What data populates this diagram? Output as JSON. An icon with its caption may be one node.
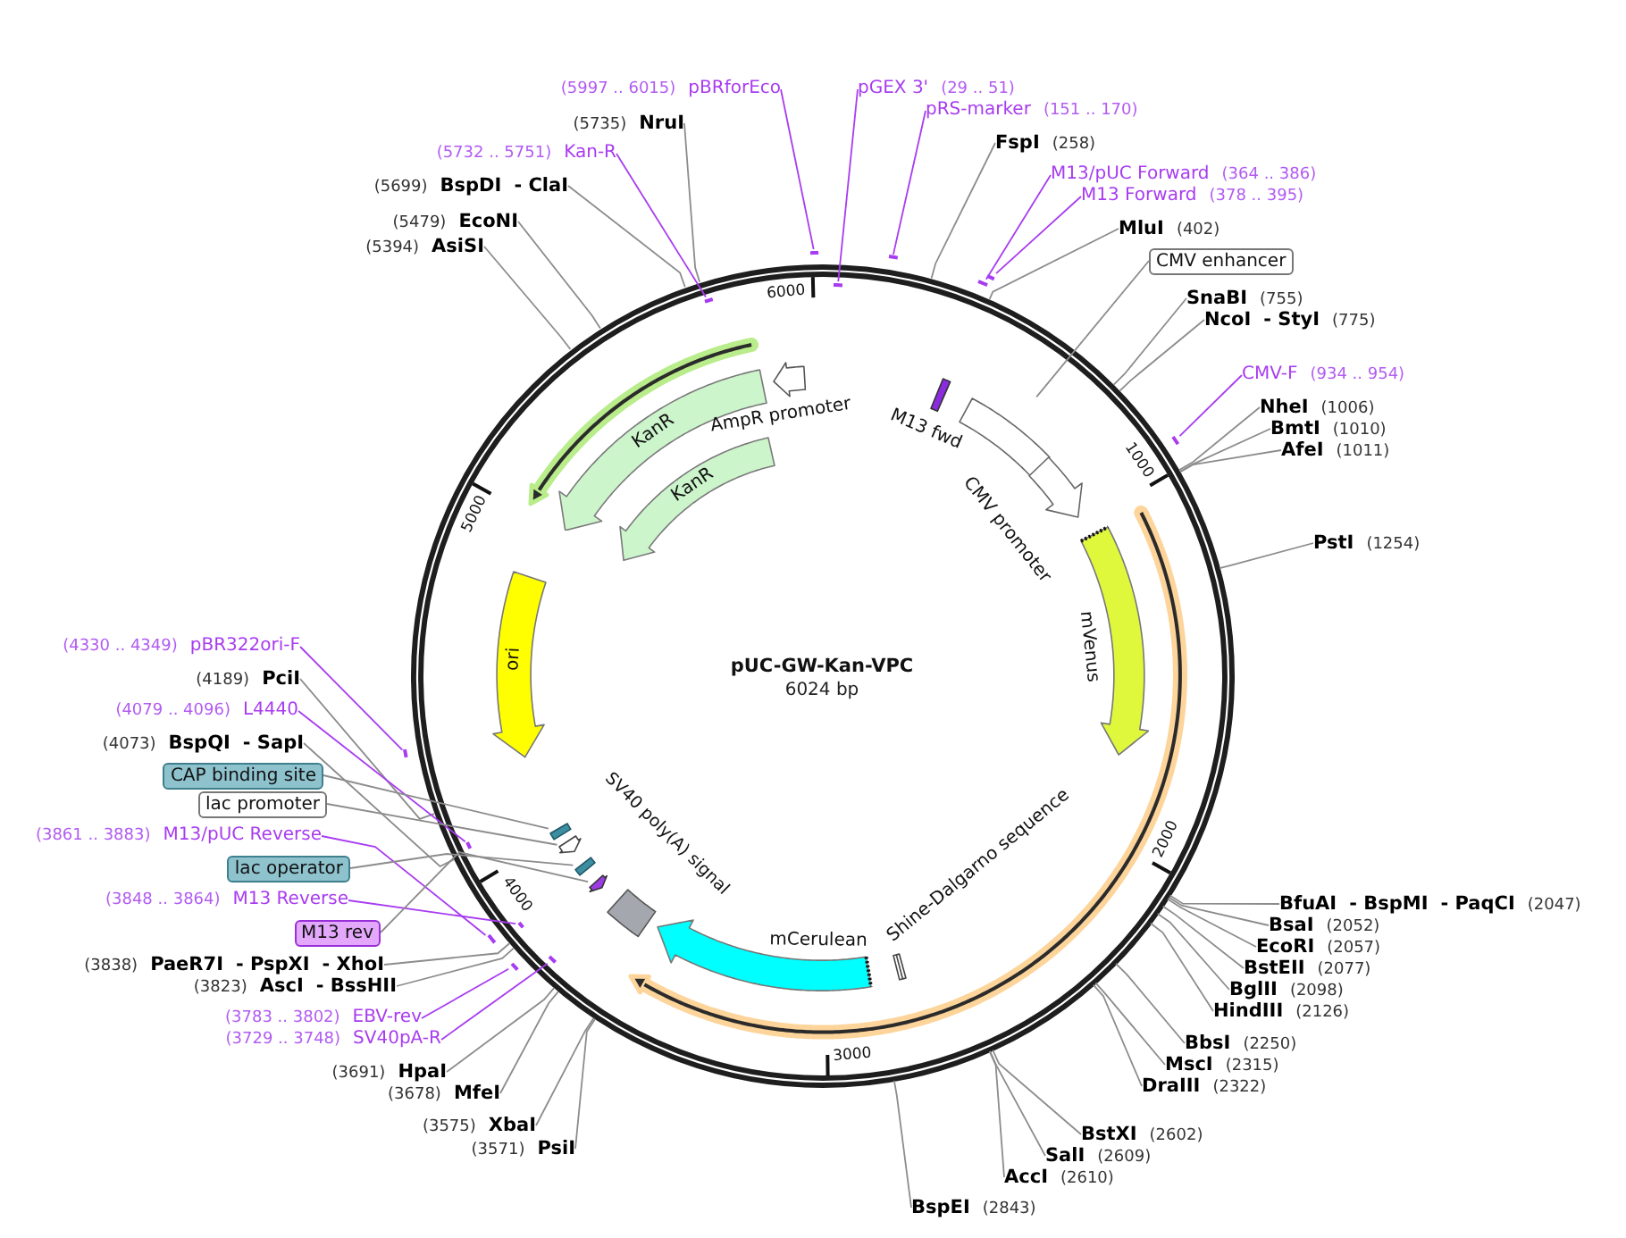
{
  "diagram": {
    "nodes": [
      {
        "text": [
          "pUC-GW-Kan-VPC",
          "6024 bp",
          "6000",
          "1000",
          "2000",
          "3000",
          "4000",
          "5000"
        ]
      },
      {
        "text": [
          "(5997 .. 6015)",
          "pBRforEco"
        ]
      },
      {
        "text": [],
        "shape": "bar"
      },
      {
        "text": [
          "(5735)",
          "NruI"
        ]
      },
      {
        "text": [
          "(5732 .. 5751)",
          "Kan-R"
        ]
      },
      {
        "text": [],
        "shape": "bar",
        "in": 0
      },
      {
        "text": [
          "(5699)",
          "BspDI",
          "- ClaI"
        ]
      },
      {
        "text": [
          "(5479)",
          "EcoNI"
        ]
      },
      {
        "text": [
          "(5394)",
          "AsiSI"
        ]
      },
      {
        "text": [
          "pGEX 3'",
          "(29 .. 51)"
        ]
      },
      {
        "text": [],
        "shape": "bar",
        "in": 0
      },
      {
        "text": [
          "pRS-marker",
          "(151 .. 170)"
        ]
      },
      {
        "text": [],
        "shape": "bar"
      },
      {
        "text": [
          "FspI",
          "(258)"
        ]
      },
      {
        "text": [
          "M13/pUC Forward",
          "(364 .. 386)"
        ]
      },
      {
        "text": [],
        "shape": "bar"
      },
      {
        "text": [
          "M13 Forward",
          "(378 .. 395)"
        ]
      },
      {
        "text": [],
        "shape": "bar"
      },
      {
        "text": [
          "MluI",
          "(402)"
        ]
      },
      {
        "text": [
          "CMV enhancer"
        ]
      },
      {
        "text": [
          "SnaBI",
          "(755)"
        ]
      },
      {
        "text": [
          "NcoI",
          "- StyI",
          "(775)"
        ]
      },
      {
        "text": [
          "CMV-F",
          "(934 .. 954)"
        ]
      },
      {
        "text": [],
        "shape": "bar"
      },
      {
        "text": [
          "NheI",
          "(1006)"
        ]
      },
      {
        "text": [
          "BmtI",
          "(1010)"
        ]
      },
      {
        "text": [
          "AfeI",
          "(1011)"
        ]
      },
      {
        "text": [
          "PstI",
          "(1254)"
        ]
      },
      {
        "text": [
          "KanR"
        ],
        "in": 0
      },
      {
        "text": [
          "AmpR promoter"
        ],
        "in": 0
      },
      {
        "text": [
          "KanR"
        ],
        "in": 0
      },
      {
        "text": [
          "M13 fwd"
        ],
        "in": 0
      },
      {
        "text": [],
        "shape": "box",
        "in": 0
      },
      {
        "text": [
          "CMV promoter"
        ],
        "in": 0
      },
      {
        "text": [
          "ori"
        ],
        "in": 0
      },
      {
        "text": [
          "mVenus"
        ],
        "in": 0
      },
      {
        "text": [
          "SV40 poly(A) signal"
        ],
        "in": 0
      },
      {
        "text": [],
        "shape": "box",
        "in": 0
      },
      {
        "text": [],
        "shape": "arrow",
        "in": 0
      },
      {
        "text": [],
        "shape": "box",
        "in": 0
      },
      {
        "text": [],
        "shape": "arrow",
        "in": 0
      },
      {
        "text": [
          "Shine-Dalgarno sequence"
        ],
        "in": 0
      },
      {
        "text": [
          "mCerulean"
        ],
        "in": 0
      },
      {
        "text": [
          "(4330 .. 4349)",
          "pBR322ori-F"
        ]
      },
      {
        "text": [],
        "shape": "bar"
      },
      {
        "text": [
          "(4189)",
          "PciI"
        ]
      },
      {
        "text": [
          "(4079 .. 4096)",
          "L4440"
        ]
      },
      {
        "text": [],
        "shape": "bar",
        "in": 0
      },
      {
        "text": [
          "(4073)",
          "BspQI",
          "- SapI"
        ]
      },
      {
        "text": [
          "CAP binding site"
        ]
      },
      {
        "text": [
          "lac promoter"
        ]
      },
      {
        "text": [
          "(3861 .. 3883)",
          "M13/pUC Reverse"
        ]
      },
      {
        "text": [],
        "shape": "bar"
      },
      {
        "text": [
          "lac operator"
        ]
      },
      {
        "text": [
          "(3848 .. 3864)",
          "M13 Reverse"
        ]
      },
      {
        "text": [],
        "shape": "bar",
        "in": 0
      },
      {
        "text": [
          "M13 rev"
        ]
      },
      {
        "text": [
          "(3838)",
          "PaeR7I",
          "- PspXI",
          "- XhoI"
        ]
      },
      {
        "text": [
          "(3823)",
          "AscI",
          "- BssHII"
        ]
      },
      {
        "text": [
          "(3783 .. 3802)",
          "EBV-rev"
        ]
      },
      {
        "text": [],
        "shape": "bar"
      },
      {
        "text": [
          "(3729 .. 3748)",
          "SV40pA-R"
        ]
      },
      {
        "text": [],
        "shape": "bar",
        "in": 0
      },
      {
        "text": [
          "(3691)",
          "HpaI"
        ]
      },
      {
        "text": [
          "(3678)",
          "MfeI"
        ]
      },
      {
        "text": [
          "(3575)",
          "XbaI"
        ]
      },
      {
        "text": [
          "(3571)",
          "PsiI"
        ]
      },
      {
        "text": [
          "BfuAI",
          "- BspMI",
          "- PaqCI",
          "(2047)"
        ]
      },
      {
        "text": [
          "BsaI",
          "(2052)"
        ]
      },
      {
        "text": [
          "EcoRI",
          "(2057)"
        ]
      },
      {
        "text": [
          "BstEII",
          "(2077)"
        ]
      },
      {
        "text": [
          "BglII",
          "(2098)"
        ]
      },
      {
        "text": [
          "HindIII",
          "(2126)"
        ]
      },
      {
        "text": [
          "BbsI",
          "(2250)"
        ]
      },
      {
        "text": [
          "MscI",
          "(2315)"
        ]
      },
      {
        "text": [
          "DraIII",
          "(2322)"
        ]
      },
      {
        "text": [
          "BstXI",
          "(2602)"
        ]
      },
      {
        "text": [
          "SalI",
          "(2609)"
        ]
      },
      {
        "text": [
          "AccI",
          "(2610)"
        ]
      },
      {
        "text": [
          "BspEI",
          "(2843)"
        ]
      }
    ],
    "edges": [
      {
        "from": 1,
        "to": 2,
        "arrow": "none",
        "color": "#a83cf0"
      },
      {
        "from": 3,
        "to": 0,
        "arrow": "none"
      },
      {
        "from": 4,
        "to": 5,
        "arrow": "none",
        "color": "#a83cf0"
      },
      {
        "from": 6,
        "to": 0,
        "arrow": "none"
      },
      {
        "from": 7,
        "to": 0,
        "arrow": "none"
      },
      {
        "from": 8,
        "to": 0,
        "arrow": "none"
      },
      {
        "from": 9,
        "to": 10,
        "arrow": "none",
        "color": "#a83cf0"
      },
      {
        "from": 11,
        "to": 12,
        "arrow": "none",
        "color": "#a83cf0"
      },
      {
        "from": 13,
        "to": 0,
        "arrow": "none"
      },
      {
        "from": 14,
        "to": 15,
        "arrow": "none",
        "color": "#a83cf0"
      },
      {
        "from": 16,
        "to": 17,
        "arrow": "none",
        "color": "#a83cf0"
      },
      {
        "from": 18,
        "to": 0,
        "arrow": "none"
      },
      {
        "from": 19,
        "to": 32,
        "arrow": "none"
      },
      {
        "from": 20,
        "to": 0,
        "arrow": "none"
      },
      {
        "from": 21,
        "to": 0,
        "arrow": "none"
      },
      {
        "from": 22,
        "to": 23,
        "arrow": "none",
        "color": "#a83cf0"
      },
      {
        "from": 24,
        "to": 0,
        "arrow": "none"
      },
      {
        "from": 25,
        "to": 0,
        "arrow": "none"
      },
      {
        "from": 26,
        "to": 0,
        "arrow": "none"
      },
      {
        "from": 27,
        "to": 0,
        "arrow": "none"
      },
      {
        "from": 43,
        "to": 44,
        "arrow": "none",
        "color": "#a83cf0"
      },
      {
        "from": 45,
        "to": 0,
        "arrow": "none"
      },
      {
        "from": 46,
        "to": 47,
        "arrow": "none",
        "color": "#a83cf0"
      },
      {
        "from": 48,
        "to": 0,
        "arrow": "none"
      },
      {
        "from": 49,
        "to": 37,
        "arrow": "none"
      },
      {
        "from": 50,
        "to": 38,
        "arrow": "none"
      },
      {
        "from": 51,
        "to": 52,
        "arrow": "none",
        "color": "#a83cf0"
      },
      {
        "from": 53,
        "to": 39,
        "arrow": "none"
      },
      {
        "from": 54,
        "to": 55,
        "arrow": "none",
        "color": "#a83cf0"
      },
      {
        "from": 56,
        "to": 40,
        "arrow": "none"
      },
      {
        "from": 57,
        "to": 0,
        "arrow": "none"
      },
      {
        "from": 58,
        "to": 0,
        "arrow": "none"
      },
      {
        "from": 59,
        "to": 60,
        "arrow": "none",
        "color": "#a83cf0"
      },
      {
        "from": 61,
        "to": 62,
        "arrow": "none",
        "color": "#a83cf0"
      },
      {
        "from": 63,
        "to": 0,
        "arrow": "none"
      },
      {
        "from": 64,
        "to": 0,
        "arrow": "none"
      },
      {
        "from": 65,
        "to": 0,
        "arrow": "none"
      },
      {
        "from": 66,
        "to": 0,
        "arrow": "none"
      },
      {
        "from": 67,
        "to": 0,
        "arrow": "none"
      },
      {
        "from": 68,
        "to": 0,
        "arrow": "none"
      },
      {
        "from": 69,
        "to": 0,
        "arrow": "none"
      },
      {
        "from": 70,
        "to": 0,
        "arrow": "none"
      },
      {
        "from": 71,
        "to": 0,
        "arrow": "none"
      },
      {
        "from": 72,
        "to": 0,
        "arrow": "none"
      },
      {
        "from": 73,
        "to": 0,
        "arrow": "none"
      },
      {
        "from": 74,
        "to": 0,
        "arrow": "none"
      },
      {
        "from": 75,
        "to": 0,
        "arrow": "none"
      },
      {
        "from": 76,
        "to": 0,
        "arrow": "none"
      },
      {
        "from": 77,
        "to": 0,
        "arrow": "none"
      },
      {
        "from": 78,
        "to": 0,
        "arrow": "none"
      },
      {
        "from": 79,
        "to": 0,
        "arrow": "none"
      }
    ]
  }
}
